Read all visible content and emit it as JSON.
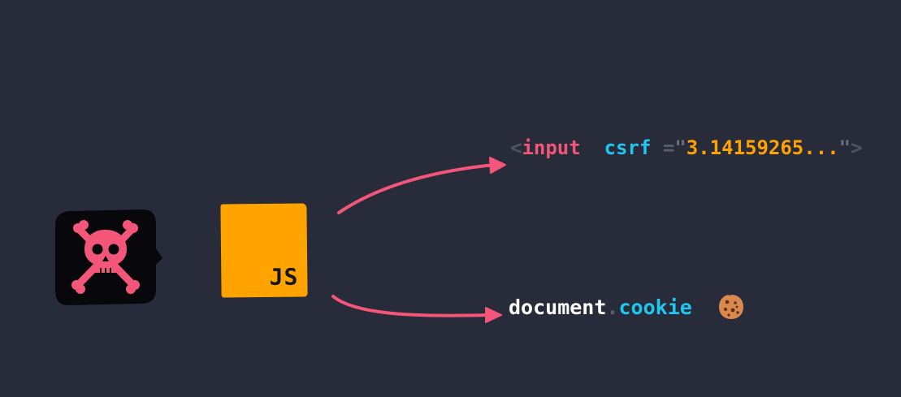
{
  "js_label": "JS",
  "input_line": {
    "open_bracket": "<",
    "tag": "input",
    "attr": "csrf",
    "equals": "=",
    "open_quote": "\"",
    "value": "3.14159265...",
    "close_quote": "\"",
    "close_bracket": ">"
  },
  "cookie_line": {
    "object": "document",
    "dot": ".",
    "property": "cookie"
  },
  "colors": {
    "background": "#282b39",
    "arrow": "#f4567a",
    "js_tile": "#ffa300",
    "skull": "#f4567a",
    "attr": "#1fc8f0"
  },
  "icons": [
    "skull-crossbones-icon",
    "cookie-icon"
  ]
}
